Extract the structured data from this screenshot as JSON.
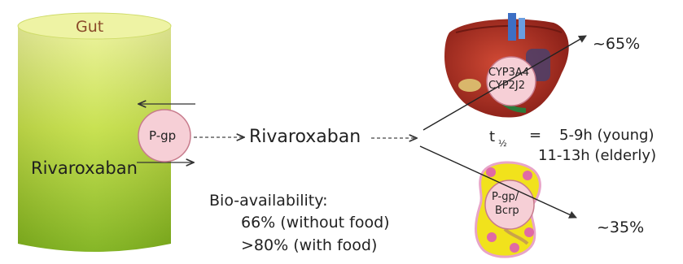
{
  "diagram": {
    "gut": {
      "label": "Gut",
      "drug_label": "Rivaroxaban",
      "transporter": "P-gp"
    },
    "drug": {
      "label": "Rivaroxaban"
    },
    "liver": {
      "enzyme_1": "CYP3A4",
      "enzyme_2": "CYP2J2",
      "fraction": "~65%"
    },
    "kidney": {
      "transporter_1": "P-gp/",
      "transporter_2": "Bcrp",
      "fraction": "~35%"
    },
    "half_life": {
      "symbol": "t",
      "subscript": "½",
      "equals": "=",
      "young": "5-9h (young)",
      "elderly": "11-13h (elderly)"
    },
    "bioavailability": {
      "title": "Bio-availability:",
      "without_food": "66% (without food)",
      "with_food": ">80% (with food)"
    },
    "colors": {
      "gut_light": "#e8f08a",
      "gut_dark": "#7fb61e",
      "circle_fill": "#f6cfd6",
      "liver": "#b5352a",
      "kidney_yellow": "#f4e01a",
      "kidney_pink": "#e8a4c8"
    }
  }
}
